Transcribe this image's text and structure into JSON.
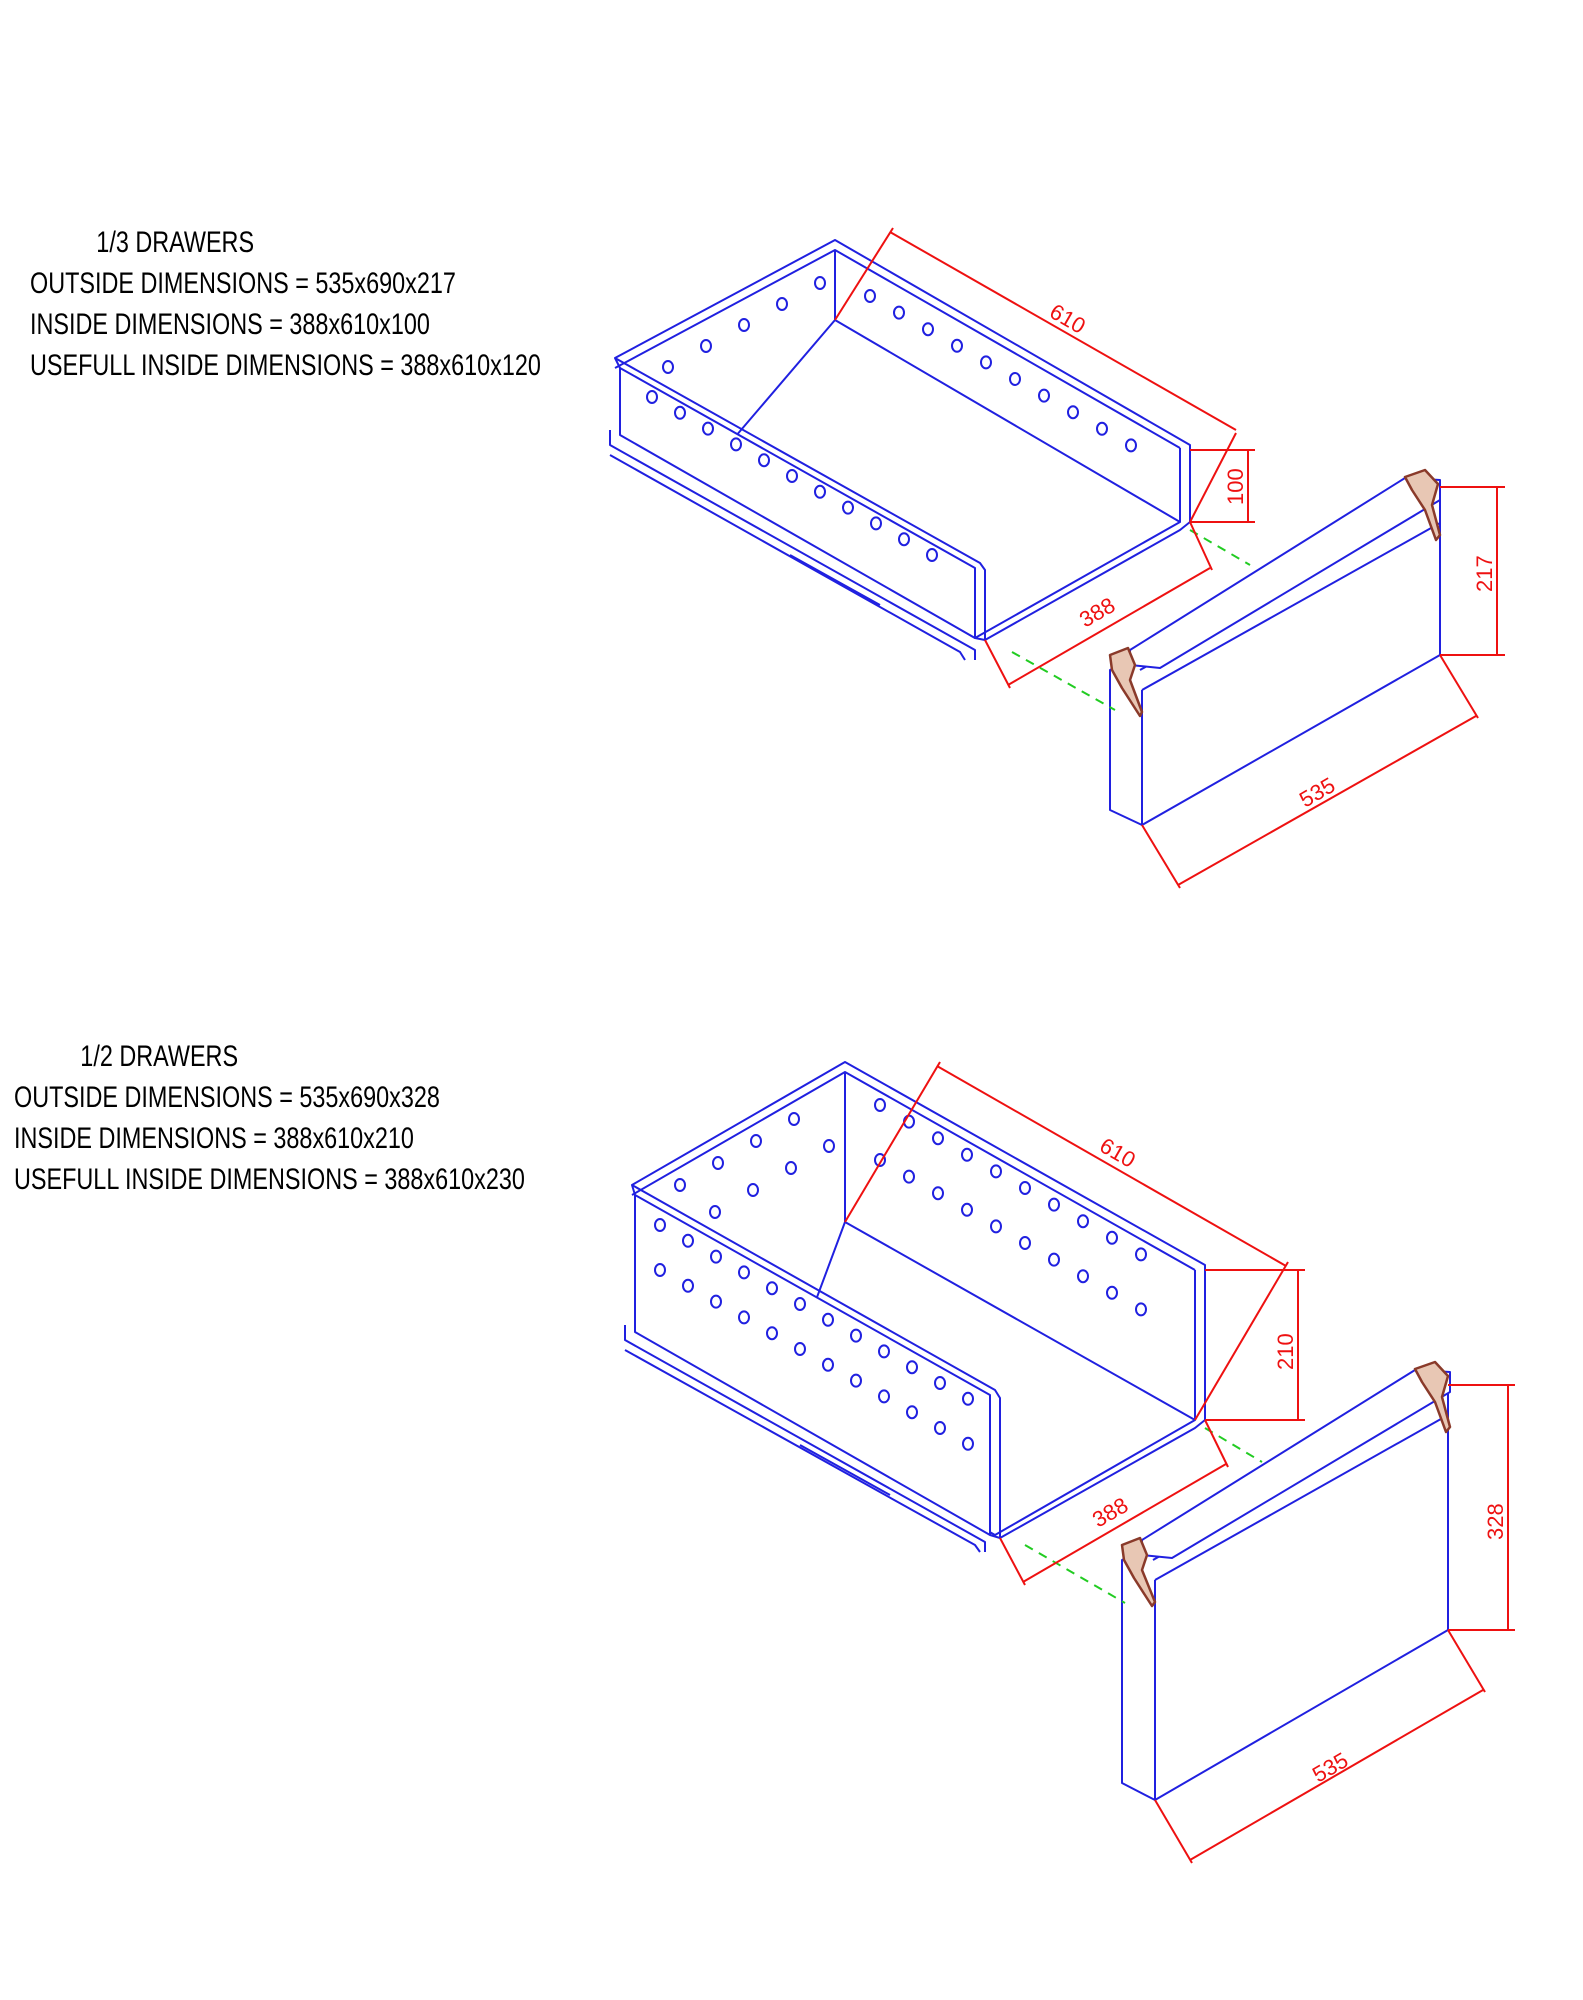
{
  "colors": {
    "outline": "#2020e0",
    "dimension": "#ee1111",
    "hidden_line": "#22cc22",
    "handle": "#8a3a2a"
  },
  "drawers": [
    {
      "title": "1/3 DRAWERS",
      "outside": "OUTSIDE DIMENSIONS = 535x690x217",
      "inside": "INSIDE DIMENSIONS = 388x610x100",
      "usefull": "USEFULL INSIDE DIMENSIONS = 388x610x120",
      "dims": {
        "length": "610",
        "inner_height": "100",
        "inner_width": "388",
        "outer_height": "217",
        "outer_width": "535"
      }
    },
    {
      "title": "1/2 DRAWERS",
      "outside": "OUTSIDE DIMENSIONS = 535x690x328",
      "inside": "INSIDE DIMENSIONS = 388x610x210",
      "usefull": "USEFULL INSIDE DIMENSIONS = 388x610x230",
      "dims": {
        "length": "610",
        "inner_height": "210",
        "inner_width": "388",
        "outer_height": "328",
        "outer_width": "535"
      }
    }
  ]
}
